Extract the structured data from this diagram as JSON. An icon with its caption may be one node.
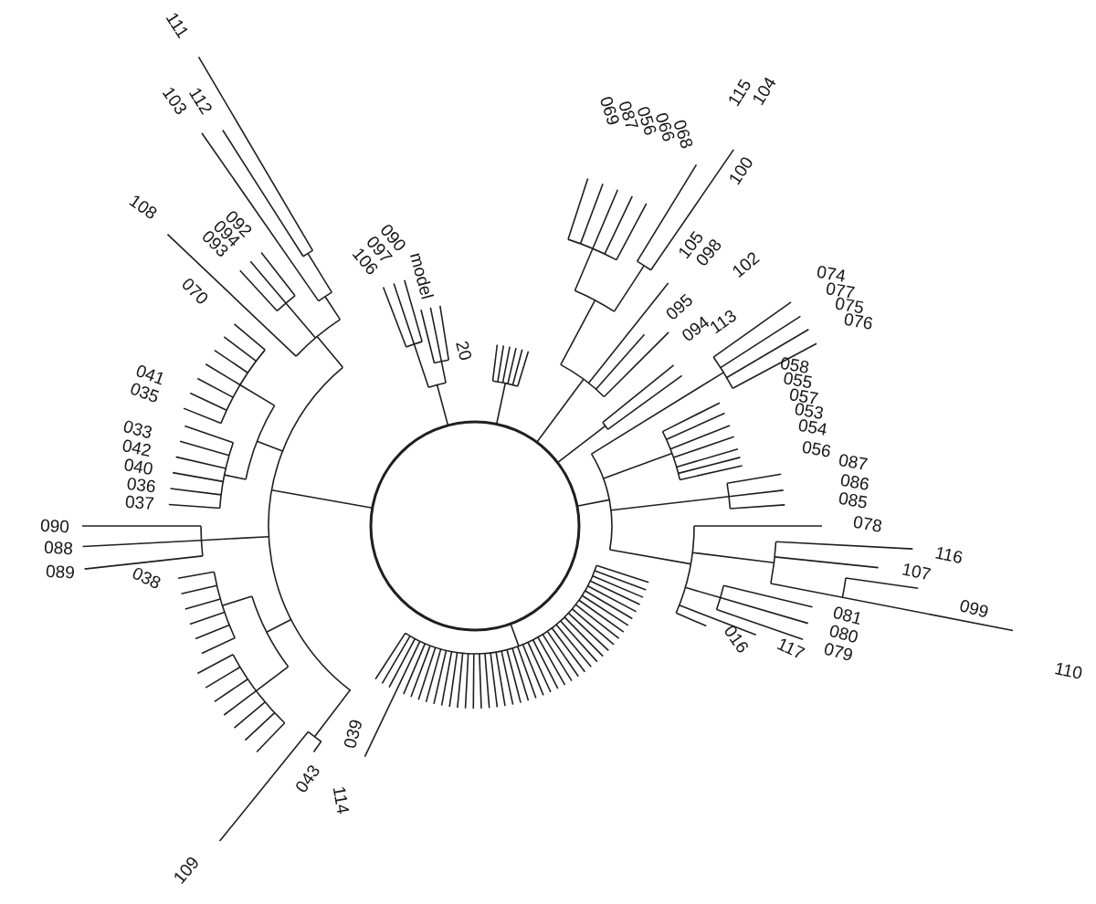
{
  "diagram": {
    "labels": [
      "111",
      "103",
      "112",
      "115",
      "104",
      "069",
      "087",
      "056",
      "066",
      "068",
      "100",
      "108",
      "092",
      "094",
      "093",
      "090",
      "097",
      "106",
      "105",
      "098",
      "model",
      "102",
      "074",
      "070",
      "077",
      "095",
      "075",
      "094",
      "113",
      "076",
      "20",
      "041",
      "058",
      "035",
      "055",
      "057",
      "053",
      "033",
      "054",
      "042",
      "056",
      "040",
      "087",
      "036",
      "086",
      "037",
      "085",
      "090",
      "078",
      "088",
      "116",
      "089",
      "038",
      "107",
      "081",
      "099",
      "016",
      "117",
      "080",
      "079",
      "110",
      "039",
      "043",
      "114",
      "109"
    ]
  }
}
